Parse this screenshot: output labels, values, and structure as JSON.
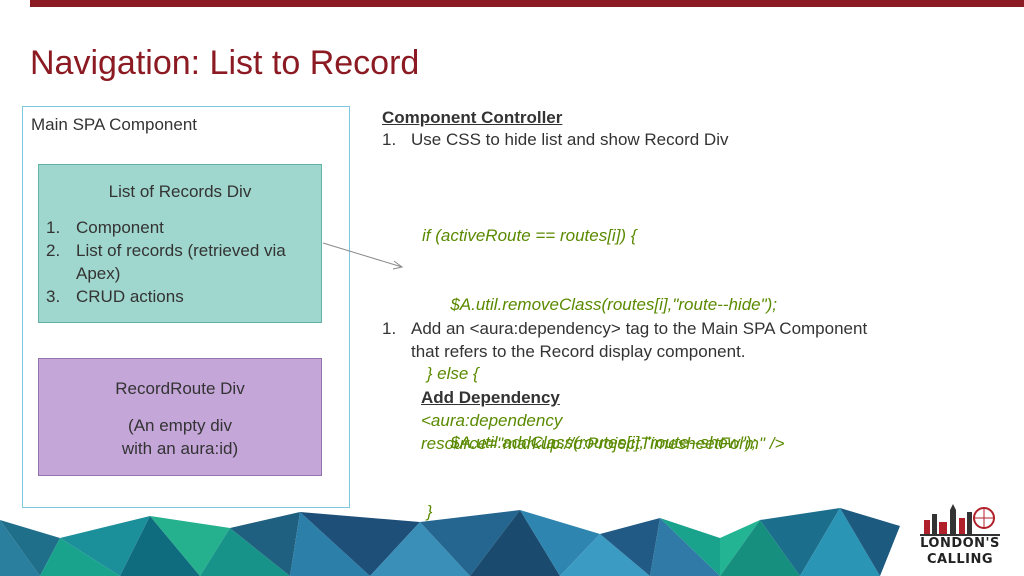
{
  "title": "Navigation: List to Record",
  "main_component": {
    "label": "Main SPA Component",
    "list_div": {
      "title": "List of Records Div",
      "items": [
        {
          "num": "1.",
          "text": "Component"
        },
        {
          "num": "2.",
          "text": "List of records (retrieved via Apex)"
        },
        {
          "num": "3.",
          "text": "CRUD actions"
        }
      ]
    },
    "record_div": {
      "title": "RecordRoute Div",
      "desc_line1": "(An empty div",
      "desc_line2": "with an aura:id)"
    }
  },
  "controller": {
    "heading": "Component Controller",
    "step1": {
      "num": "1.",
      "text": "Use CSS to hide list and show Record Div"
    },
    "code_lines": [
      "if (activeRoute == routes[i]) {",
      "      $A.util.removeClass(routes[i],\"route--hide\");",
      " } else {",
      "      $A.util.addClass(routes[i],\"route--show\");",
      " }"
    ],
    "step2": {
      "num": "1.",
      "line1": "Add an <aura:dependency> tag to the Main SPA Component",
      "line2": "that refers to the Record display component."
    },
    "dependency": {
      "heading": "Add Dependency",
      "line1": "<aura:dependency",
      "line2": "resource=\"markup://c:ProjectTimesheetForm\" />"
    }
  },
  "logo": {
    "line1": "LONDON'S",
    "line2": "CALLING"
  },
  "colors": {
    "accent": "#8b1a22",
    "list_div": "#9fd6cd",
    "record_div": "#c4a6d9",
    "code": "#5a8a00"
  }
}
